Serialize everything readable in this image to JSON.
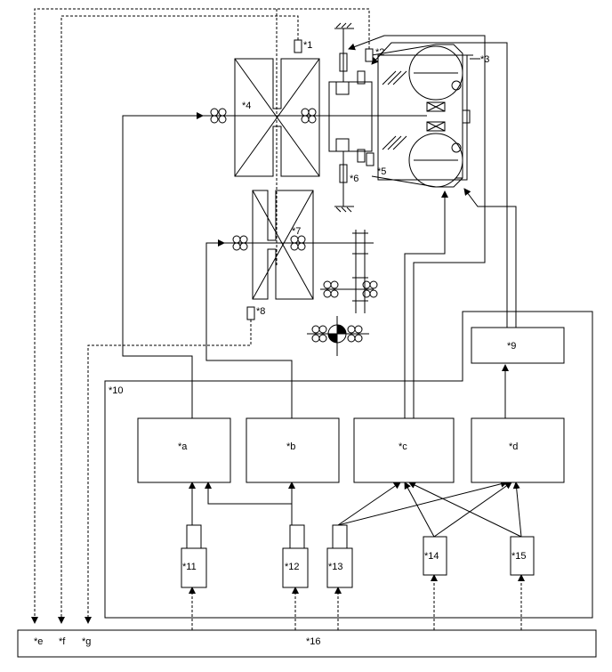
{
  "labels": {
    "n1": "*1",
    "n2": "*2",
    "n3": "*3",
    "n4": "*4",
    "n5": "*5",
    "n6": "*6",
    "n7": "*7",
    "n8": "*8",
    "n9": "*9",
    "n10": "*10",
    "n11": "*11",
    "n12": "*12",
    "n13": "*13",
    "n14": "*14",
    "n15": "*15",
    "n16": "*16",
    "a": "*a",
    "b": "*b",
    "c": "*c",
    "d": "*d",
    "e": "*e",
    "f": "*f",
    "g": "*g"
  }
}
